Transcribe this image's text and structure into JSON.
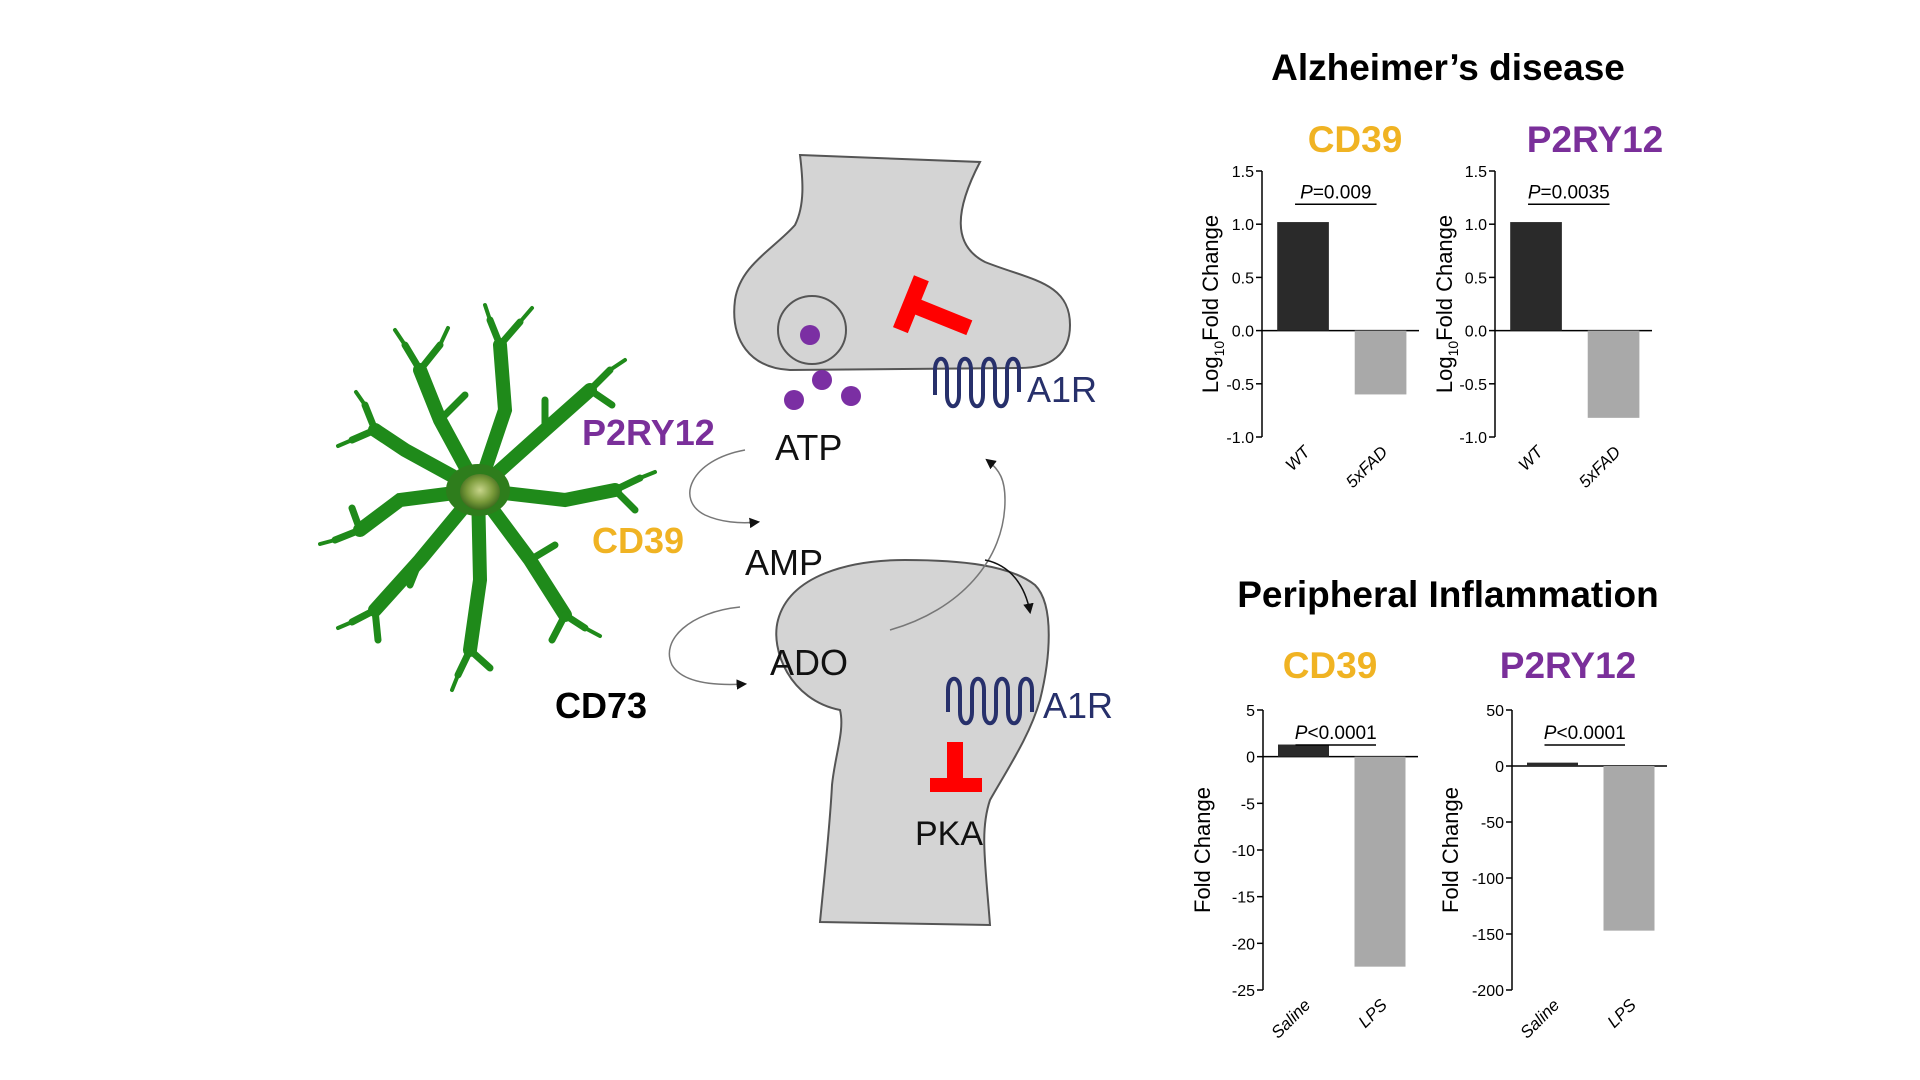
{
  "colors": {
    "cd39": "#f0b323",
    "p2ry12": "#7a2f9a",
    "a1r": "#27306b",
    "inhibit": "#ff0000",
    "neuron_fill": "#d4d4d4",
    "neuron_stroke": "#555555",
    "microglia": "#1f8a1a",
    "vesicle": "#7b2fa3",
    "bar_dark": "#2a2a2a",
    "bar_light": "#a9a9a9"
  },
  "diagram": {
    "atp": "ATP",
    "amp": "AMP",
    "ado": "ADO",
    "a1r_top": "A1R",
    "a1r_bottom": "A1R",
    "pka": "PKA",
    "p2ry12": "P2RY12",
    "cd39": "CD39",
    "cd73": "CD73"
  },
  "sections": {
    "alzheimers": "Alzheimer’s disease",
    "inflammation": "Peripheral Inflammation"
  },
  "chart_data": [
    {
      "type": "bar",
      "title": "CD39",
      "ylabel_main": "Log",
      "ylabel_sub": "10",
      "ylabel_rest": "Fold Change",
      "categories": [
        "WT",
        "5xFAD"
      ],
      "values": [
        1.02,
        -0.6
      ],
      "ylim": [
        -1.0,
        1.5
      ],
      "yticks": [
        "1.5",
        "1.0",
        "0.5",
        "0.0",
        "-0.5",
        "-1.0"
      ],
      "pvalue_p": "P",
      "pvalue_rest": "=0.009"
    },
    {
      "type": "bar",
      "title": "P2RY12",
      "ylabel_main": "Log",
      "ylabel_sub": "10",
      "ylabel_rest": "Fold Change",
      "categories": [
        "WT",
        "5xFAD"
      ],
      "values": [
        1.02,
        -0.82
      ],
      "ylim": [
        -1.0,
        1.5
      ],
      "yticks": [
        "1.5",
        "1.0",
        "0.5",
        "0.0",
        "-0.5",
        "-1.0"
      ],
      "pvalue_p": "P",
      "pvalue_rest": "=0.0035"
    },
    {
      "type": "bar",
      "title": "CD39",
      "ylabel_main": "Fold Change",
      "categories": [
        "Saline",
        "LPS"
      ],
      "values": [
        1.3,
        -22.5
      ],
      "ylim": [
        -25,
        5
      ],
      "yticks": [
        "5",
        "0",
        "-5",
        "-10",
        "-15",
        "-20",
        "-25"
      ],
      "pvalue_p": "P",
      "pvalue_rest": "<0.0001"
    },
    {
      "type": "bar",
      "title": "P2RY12",
      "ylabel_main": "Fold Change",
      "categories": [
        "Saline",
        "LPS"
      ],
      "values": [
        3,
        -147
      ],
      "ylim": [
        -200,
        50
      ],
      "yticks": [
        "50",
        "0",
        "-50",
        "-100",
        "-150",
        "-200"
      ],
      "pvalue_p": "P",
      "pvalue_rest": "<0.0001"
    }
  ]
}
